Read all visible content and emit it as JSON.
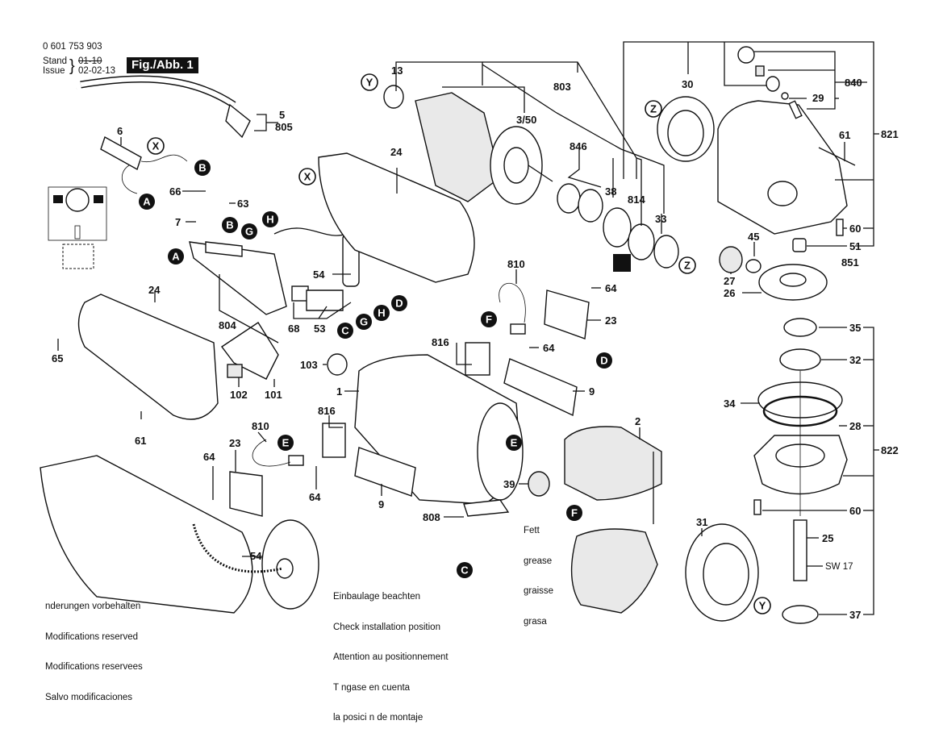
{
  "header": {
    "part_number": "0 601 753 903",
    "stand_label": "Stand",
    "issue_label": "Issue",
    "stand_value": "01-10",
    "issue_value": "02-02-13",
    "figure_label": "Fig./Abb. 1"
  },
  "notes": {
    "modifications": [
      "nderungen vorbehalten",
      "Modifications reserved",
      "Modifications reservees",
      "Salvo modificaciones"
    ],
    "installation": [
      "Einbaulage beachten",
      "Check installation position",
      "Attention au positionnement",
      "T ngase en cuenta",
      "la posici n de montaje"
    ],
    "grease": [
      "Fett",
      "grease",
      "graisse",
      "grasa"
    ]
  },
  "part_labels": {
    "p13": "13",
    "p803": "803",
    "p3_50": "3/50",
    "p846": "846",
    "p38": "38",
    "p814": "814",
    "p33": "33",
    "p30": "30",
    "p840": "840",
    "p29": "29",
    "p821": "821",
    "p61a": "61",
    "p60a": "60",
    "p51": "51",
    "p851": "851",
    "p45": "45",
    "p27": "27",
    "p26": "26",
    "p35": "35",
    "p32": "32",
    "p34": "34",
    "p28": "28",
    "p822": "822",
    "p60b": "60",
    "p25": "25",
    "sw17": "SW 17",
    "p37": "37",
    "p31": "31",
    "p5": "5",
    "p805": "805",
    "p6": "6",
    "p66": "66",
    "p63": "63",
    "p7": "7",
    "p24a": "24",
    "p54a": "54",
    "p804": "804",
    "p68": "68",
    "p53": "53",
    "p24b": "24",
    "p65": "65",
    "p102": "102",
    "p101": "101",
    "p61b": "61",
    "p810a": "810",
    "p64a": "64",
    "p23a": "23",
    "p816a": "816",
    "p64b": "64",
    "p103": "103",
    "p1": "1",
    "p9a": "9",
    "p2": "2",
    "p816b": "816",
    "p810b": "810",
    "p23b": "23",
    "p64c": "64",
    "p64d": "64",
    "p9b": "9",
    "p808": "808",
    "p39": "39",
    "p54b": "54"
  },
  "connectors": {
    "A": "A",
    "B": "B",
    "C": "C",
    "D": "D",
    "E": "E",
    "F": "F",
    "G": "G",
    "H": "H",
    "X": "X",
    "Y": "Y",
    "Z": "Z"
  }
}
